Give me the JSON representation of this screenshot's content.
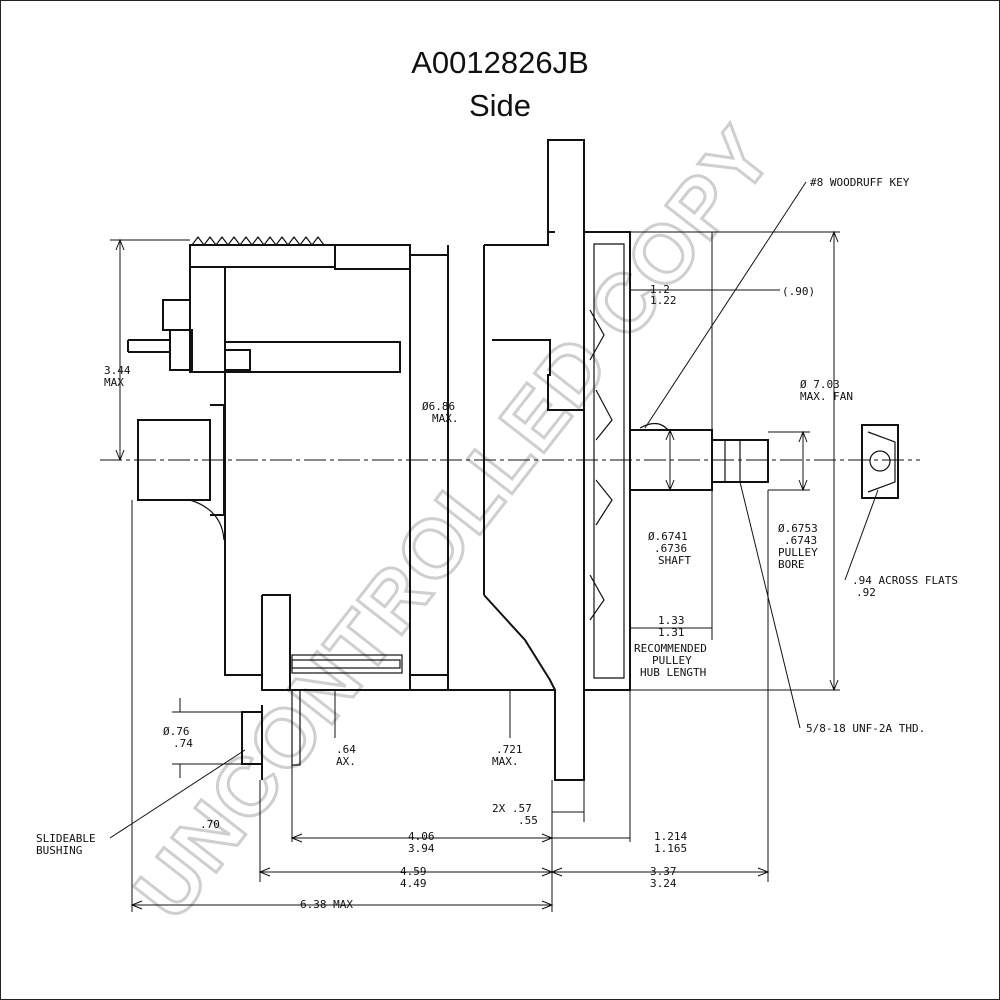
{
  "drawing": {
    "part_number": "A0012826JB",
    "view": "Side",
    "watermark": "UNCONTROLLED COPY"
  },
  "labels": {
    "woodruff_key": "#8 WOODRUFF KEY",
    "key_dim_a": "1.2",
    "key_dim_b": "1.22",
    "key_dim_ref": "(.90)",
    "fan_dia_a": "Ø 7.03",
    "fan_dia_b": "MAX. FAN",
    "height_a": "3.44",
    "height_b": "MAX",
    "body_dia_a": "Ø6.86",
    "body_dia_b": "MAX.",
    "shaft_a": "Ø.6741",
    "shaft_b": ".6736",
    "shaft_c": "SHAFT",
    "bore_a": "Ø.6753",
    "bore_b": ".6743",
    "bore_c": "PULLEY",
    "bore_d": "BORE",
    "flats_a": ".94 ACROSS FLATS",
    "flats_b": ".92",
    "hub_a": "1.33",
    "hub_b": "1.31",
    "hub_c": "RECOMMENDED",
    "hub_d": "PULLEY",
    "hub_e": "HUB LENGTH",
    "thread": "5/8-18 UNF-2A THD.",
    "bush_dia_a": "Ø.76",
    "bush_dia_b": ".74",
    "bush_off_a": ".64",
    "bush_off_b": "AX.",
    "ear_a": ".721",
    "ear_b": "MAX.",
    "ear_w_a": "2X  .57",
    "ear_w_b": ".55",
    "bush_lbl_a": "SLIDEABLE",
    "bush_lbl_b": "BUSHING",
    "bush_small": ".70",
    "d406_a": "4.06",
    "d406_b": "3.94",
    "d1214_a": "1.214",
    "d1214_b": "1.165",
    "d459_a": "4.59",
    "d459_b": "4.49",
    "d337_a": "3.37",
    "d337_b": "3.24",
    "overall": "6.38 MAX"
  }
}
